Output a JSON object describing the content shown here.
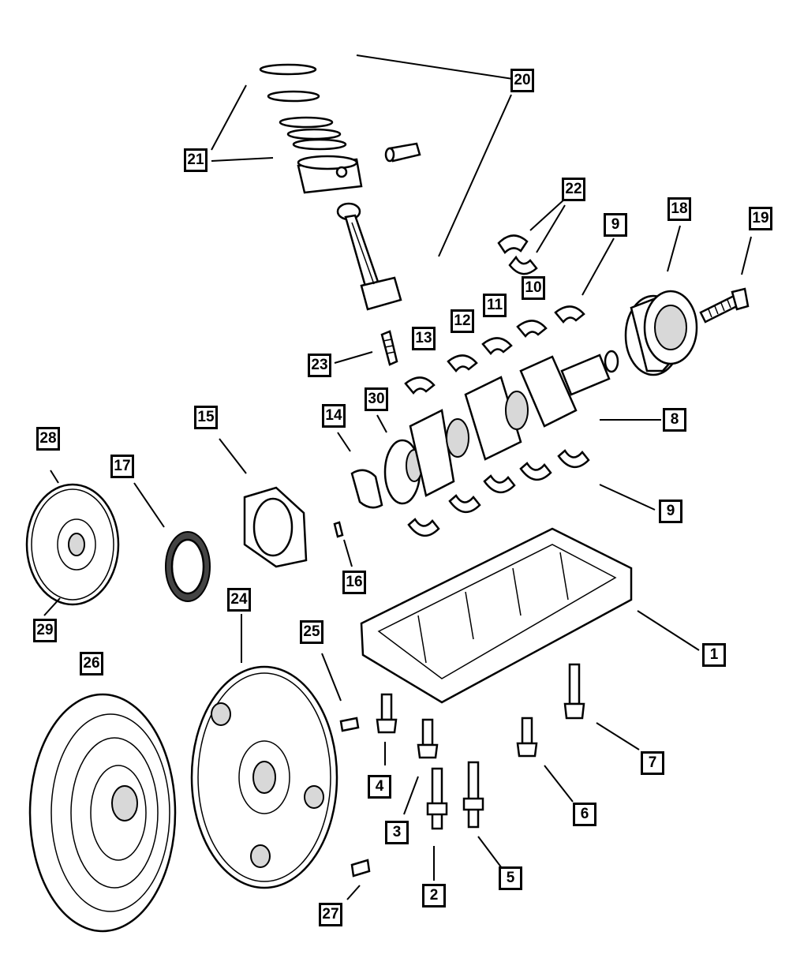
{
  "callouts": [
    {
      "id": "1",
      "text": "1"
    },
    {
      "id": "2",
      "text": "2"
    },
    {
      "id": "3",
      "text": "3"
    },
    {
      "id": "4",
      "text": "4"
    },
    {
      "id": "5",
      "text": "5"
    },
    {
      "id": "6",
      "text": "6"
    },
    {
      "id": "7",
      "text": "7"
    },
    {
      "id": "8",
      "text": "8"
    },
    {
      "id": "9a",
      "text": "9"
    },
    {
      "id": "9b",
      "text": "9"
    },
    {
      "id": "10",
      "text": "10"
    },
    {
      "id": "11",
      "text": "11"
    },
    {
      "id": "12",
      "text": "12"
    },
    {
      "id": "13",
      "text": "13"
    },
    {
      "id": "14",
      "text": "14"
    },
    {
      "id": "15",
      "text": "15"
    },
    {
      "id": "16",
      "text": "16"
    },
    {
      "id": "17",
      "text": "17"
    },
    {
      "id": "18",
      "text": "18"
    },
    {
      "id": "19",
      "text": "19"
    },
    {
      "id": "20",
      "text": "20"
    },
    {
      "id": "21",
      "text": "21"
    },
    {
      "id": "22",
      "text": "22"
    },
    {
      "id": "23",
      "text": "23"
    },
    {
      "id": "24",
      "text": "24"
    },
    {
      "id": "25",
      "text": "25"
    },
    {
      "id": "26",
      "text": "26"
    },
    {
      "id": "27",
      "text": "27"
    },
    {
      "id": "28",
      "text": "28"
    },
    {
      "id": "29",
      "text": "29"
    },
    {
      "id": "30",
      "text": "30"
    }
  ]
}
